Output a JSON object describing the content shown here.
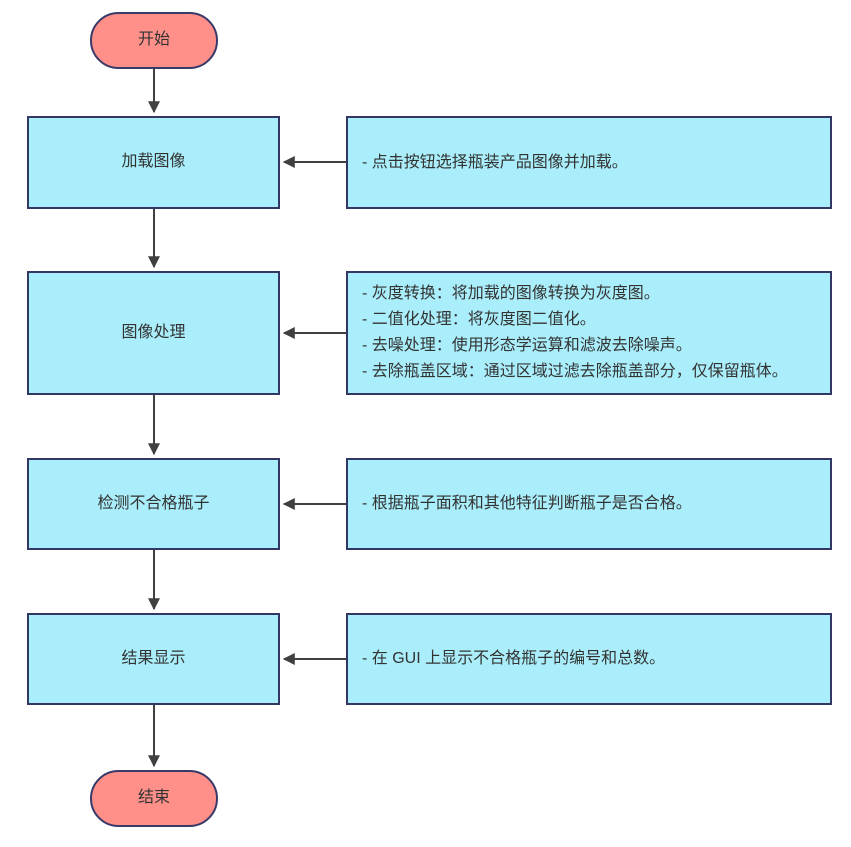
{
  "colors": {
    "terminal_fill": "#ff9089",
    "terminal_border": "#3a3a68",
    "process_fill": "#a9eefa",
    "process_border": "#333764",
    "arrow_color": "#404040",
    "text_color": "#333333",
    "canvas_bg": "#ffffff"
  },
  "flowchart": {
    "start": {
      "label": "开始"
    },
    "end": {
      "label": "结束"
    },
    "steps": [
      {
        "label": "加载图像",
        "note_lines": [
          "- 点击按钮选择瓶装产品图像并加载。"
        ]
      },
      {
        "label": "图像处理",
        "note_lines": [
          "- 灰度转换：将加载的图像转换为灰度图。",
          "- 二值化处理：将灰度图二值化。",
          "- 去噪处理：使用形态学运算和滤波去除噪声。",
          "- 去除瓶盖区域：通过区域过滤去除瓶盖部分，仅保留瓶体。"
        ]
      },
      {
        "label": "检测不合格瓶子",
        "note_lines": [
          "- 根据瓶子面积和其他特征判断瓶子是否合格。"
        ]
      },
      {
        "label": "结果显示",
        "note_lines": [
          "- 在 GUI 上显示不合格瓶子的编号和总数。"
        ]
      }
    ]
  }
}
